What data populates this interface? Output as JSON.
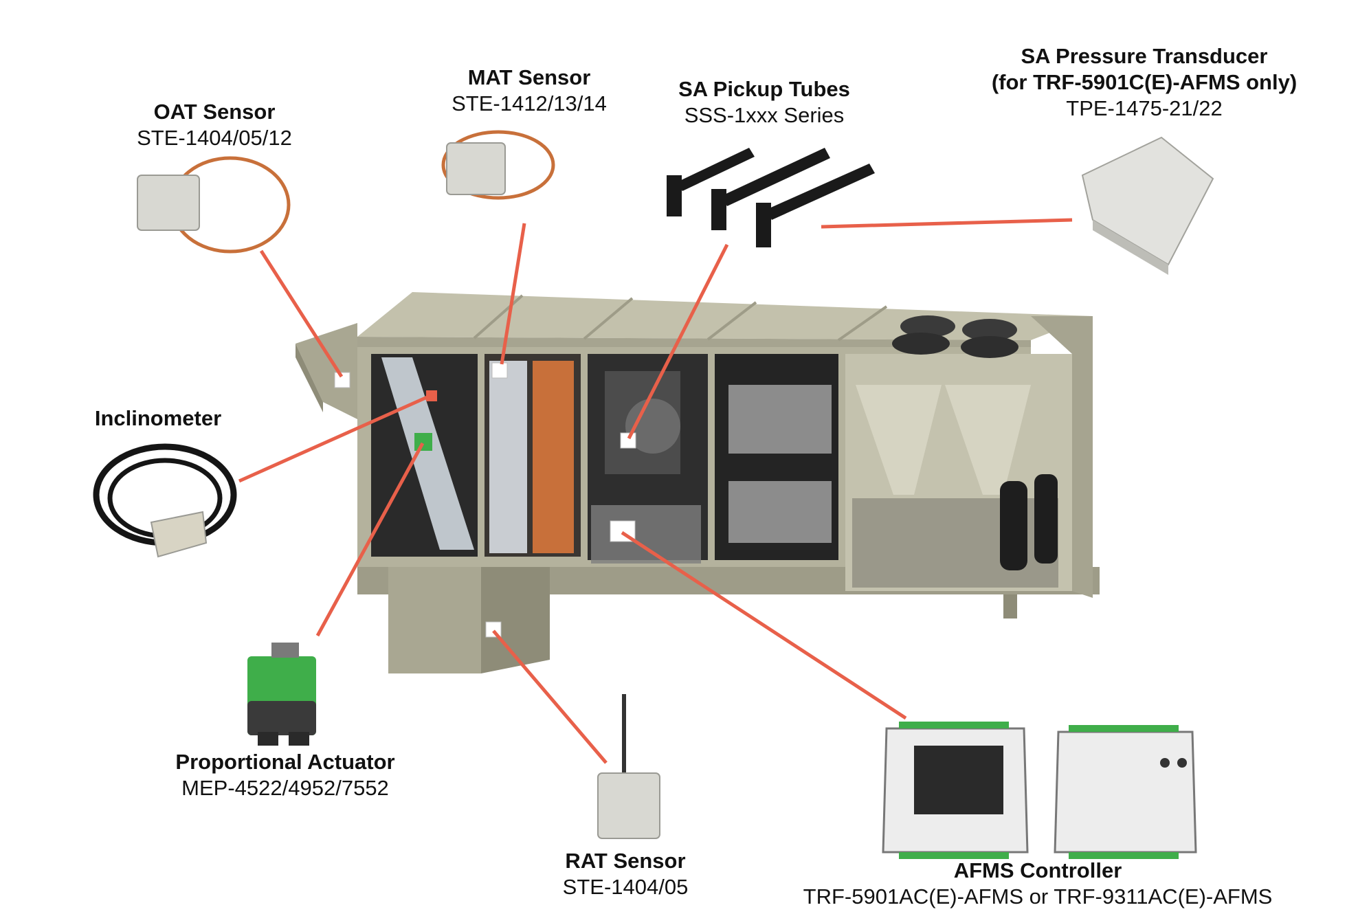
{
  "colors": {
    "leader": "#E8604A",
    "housing": "#B9B7A2",
    "housing_dark": "#8E8C78",
    "housing_light": "#CFCDBA",
    "copper": "#C8703A",
    "device": "#D8D8D2",
    "actuator_green": "#3FAE4A"
  },
  "labels": {
    "oat": {
      "title": "OAT Sensor",
      "sub": "STE-1404/05/12"
    },
    "mat": {
      "title": "MAT Sensor",
      "sub": "STE-1412/13/14"
    },
    "pickup": {
      "title": "SA Pickup Tubes",
      "sub": "SSS-1xxx Series"
    },
    "transducer": {
      "title": "SA Pressure Transducer",
      "title2": "(for TRF-5901C(E)-AFMS only)",
      "sub": "TPE-1475-21/22"
    },
    "inclinometer": {
      "title": "Inclinometer"
    },
    "actuator": {
      "title": "Proportional Actuator",
      "sub": "MEP-4522/4952/7552"
    },
    "rat": {
      "title": "RAT Sensor",
      "sub": "STE-1404/05"
    },
    "afms": {
      "title": "AFMS Controller",
      "sub": "TRF-5901AC(E)-AFMS or TRF-9311AC(E)-AFMS"
    }
  }
}
